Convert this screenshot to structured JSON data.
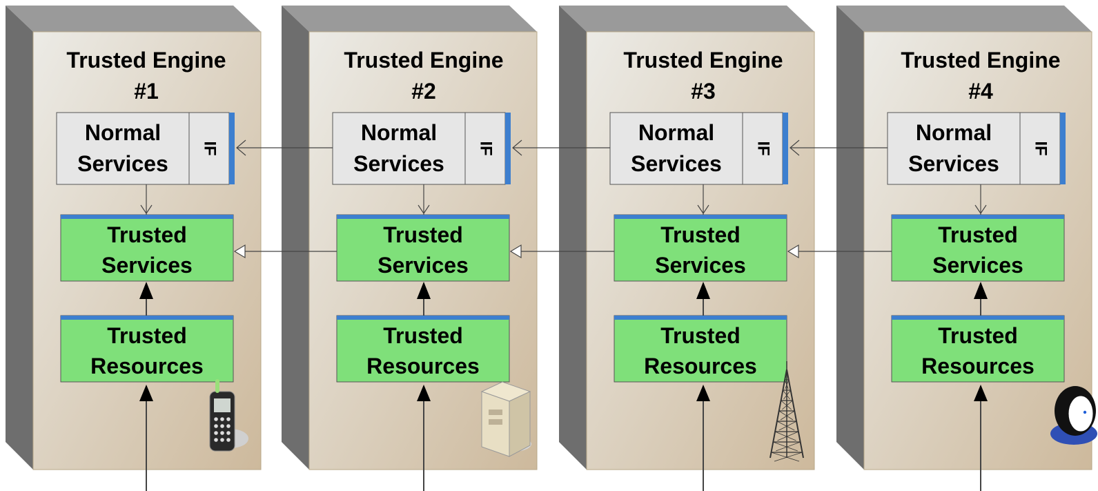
{
  "engines": [
    {
      "title": "Trusted Engine",
      "number": "#1",
      "normal_services": [
        "Normal",
        "Services"
      ],
      "interface_label": "IF",
      "trusted_services": [
        "Trusted",
        "Services"
      ],
      "trusted_resources": [
        "Trusted",
        "Resources"
      ],
      "device_icon": "mobile-phone-icon"
    },
    {
      "title": "Trusted Engine",
      "number": "#2",
      "normal_services": [
        "Normal",
        "Services"
      ],
      "interface_label": "IF",
      "trusted_services": [
        "Trusted",
        "Services"
      ],
      "trusted_resources": [
        "Trusted",
        "Resources"
      ],
      "device_icon": "server-icon"
    },
    {
      "title": "Trusted Engine",
      "number": "#3",
      "normal_services": [
        "Normal",
        "Services"
      ],
      "interface_label": "IF",
      "trusted_services": [
        "Trusted",
        "Services"
      ],
      "trusted_resources": [
        "Trusted",
        "Resources"
      ],
      "device_icon": "radio-tower-icon"
    },
    {
      "title": "Trusted Engine",
      "number": "#4",
      "normal_services": [
        "Normal",
        "Services"
      ],
      "interface_label": "IF",
      "trusted_services": [
        "Trusted",
        "Services"
      ],
      "trusted_resources": [
        "Trusted",
        "Resources"
      ],
      "device_icon": "user-person-icon"
    }
  ],
  "colors": {
    "engine_front_light": "#ecebe6",
    "engine_front_dark": "#cdb99c",
    "engine_side": "#6e6e6e",
    "engine_top": "#9a9a9a",
    "normal_box": "#e6e6e6",
    "trusted_box": "#7fe07a",
    "box_bar": "#3d7fcf",
    "line": "#444444"
  }
}
